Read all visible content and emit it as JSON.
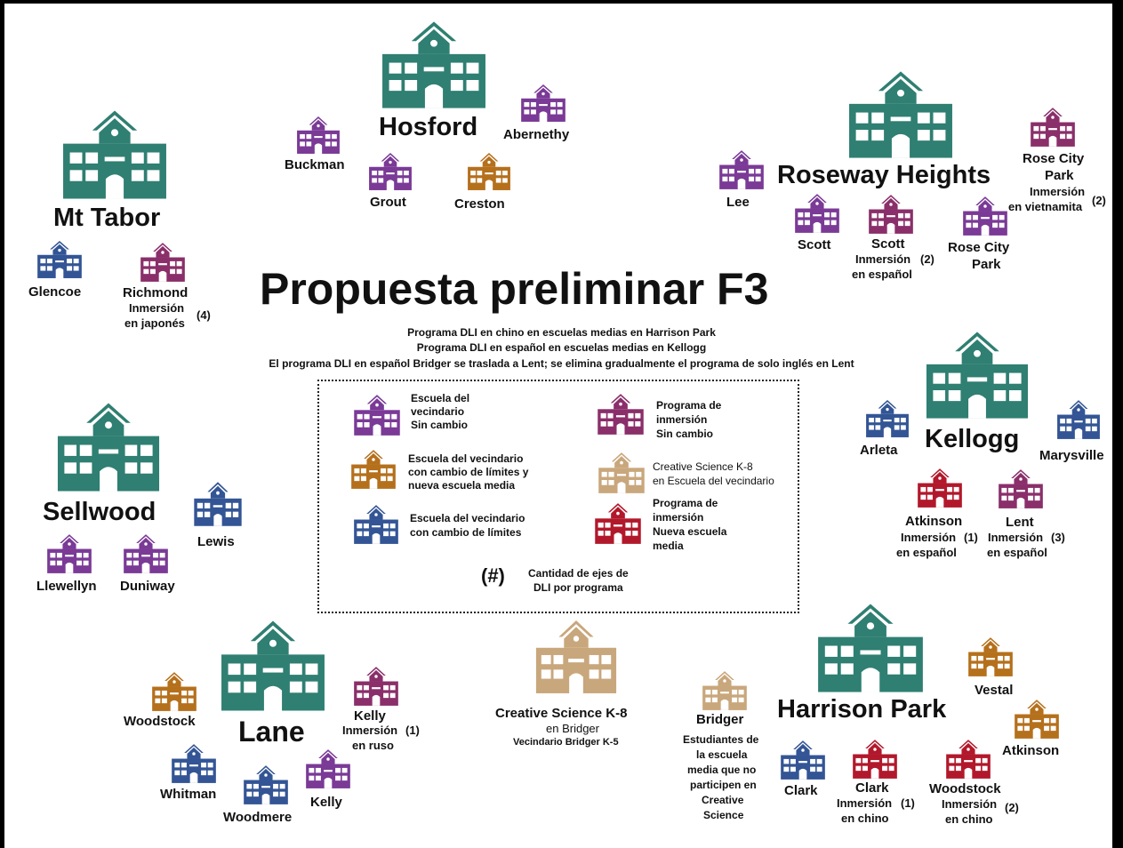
{
  "title": "Propuesta preliminar F3",
  "subtitle_lines": [
    "Programa DLI en chino en escuelas medias en Harrison Park",
    "Programa DLI en español en escuelas medias en Kellogg",
    "El programa DLI en español Bridger se traslada a Lent; se elimina gradualmente el programa de solo inglés en Lent"
  ],
  "colors": {
    "middle_school": "#2f7f72",
    "neighborhood_no_change": "#7a3a96",
    "boundary_change_new_middle": "#b5701c",
    "boundary_change": "#335595",
    "immersion_no_change": "#8a2f6a",
    "creative_science": "#c9a77c",
    "immersion_new_middle": "#b2182b"
  },
  "middle_schools": {
    "hosford": "Hosford",
    "mt_tabor": "Mt Tabor",
    "roseway": "Roseway Heights",
    "kellogg": "Kellogg",
    "sellwood": "Sellwood",
    "lane": "Lane",
    "harrison": "Harrison Park",
    "creative": "Creative Science K-8",
    "creative_sub1": "en Bridger",
    "creative_sub2": "Vecindario Bridger K-5"
  },
  "schools": {
    "buckman": "Buckman",
    "grout": "Grout",
    "creston": "Creston",
    "abernethy": "Abernethy",
    "glencoe": "Glencoe",
    "richmond": "Richmond",
    "richmond_note1": "Inmersión",
    "richmond_note2": "en japonés",
    "richmond_count": "(4)",
    "lee": "Lee",
    "scott": "Scott",
    "scott_imm": "Scott",
    "scott_imm_note1": "Inmersión",
    "scott_imm_note2": "en español",
    "scott_imm_count": "(2)",
    "rose_city": "Rose City",
    "rose_city_park": "Park",
    "rcp_imm1": "Rose City",
    "rcp_imm2": "Park",
    "rcp_imm_note1": "Inmersión",
    "rcp_imm_note2": "en vietnamita",
    "rcp_imm_count": "(2)",
    "arleta": "Arleta",
    "marysville": "Marysville",
    "atkinson_k": "Atkinson",
    "atkinson_k_note1": "Inmersión",
    "atkinson_k_note2": "en español",
    "atkinson_k_count": "(1)",
    "lent": "Lent",
    "lent_note1": "Inmersión",
    "lent_note2": "en español",
    "lent_count": "(3)",
    "lewis": "Lewis",
    "llewellyn": "Llewellyn",
    "duniway": "Duniway",
    "woodstock_l": "Woodstock",
    "kelly_imm": "Kelly",
    "kelly_imm_note1": "Inmersión",
    "kelly_imm_note2": "en ruso",
    "kelly_imm_count": "(1)",
    "whitman": "Whitman",
    "woodmere": "Woodmere",
    "kelly": "Kelly",
    "bridger": "Bridger",
    "bridger_note": [
      "Estudiantes de",
      "la escuela",
      "media que no",
      "participen en",
      "Creative",
      "Science"
    ],
    "vestal": "Vestal",
    "atkinson_h": "Atkinson",
    "clark": "Clark",
    "clark_imm": "Clark",
    "clark_imm_note1": "Inmersión",
    "clark_imm_note2": "en chino",
    "clark_imm_count": "(1)",
    "woodstock_imm": "Woodstock",
    "woodstock_imm_note1": "Inmersión",
    "woodstock_imm_note2": "en chino",
    "woodstock_imm_count": "(2)"
  },
  "legend": {
    "item1": [
      "Escuela del",
      "vecindario",
      "Sin cambio"
    ],
    "item2": [
      "Escuela del vecindario",
      "con cambio de límites y",
      "nueva escuela media"
    ],
    "item3": [
      "Escuela del vecindario",
      "con cambio de límites"
    ],
    "item4": [
      "Programa de",
      "inmersión",
      "Sin cambio"
    ],
    "item5": [
      "Creative Science K-8",
      "en Escuela del vecindario"
    ],
    "item6": [
      "Programa de",
      "inmersión",
      "Nueva escuela",
      "media"
    ],
    "count_symbol": "(#)",
    "count_label": [
      "Cantidad de ejes de",
      "DLI por programa"
    ]
  }
}
